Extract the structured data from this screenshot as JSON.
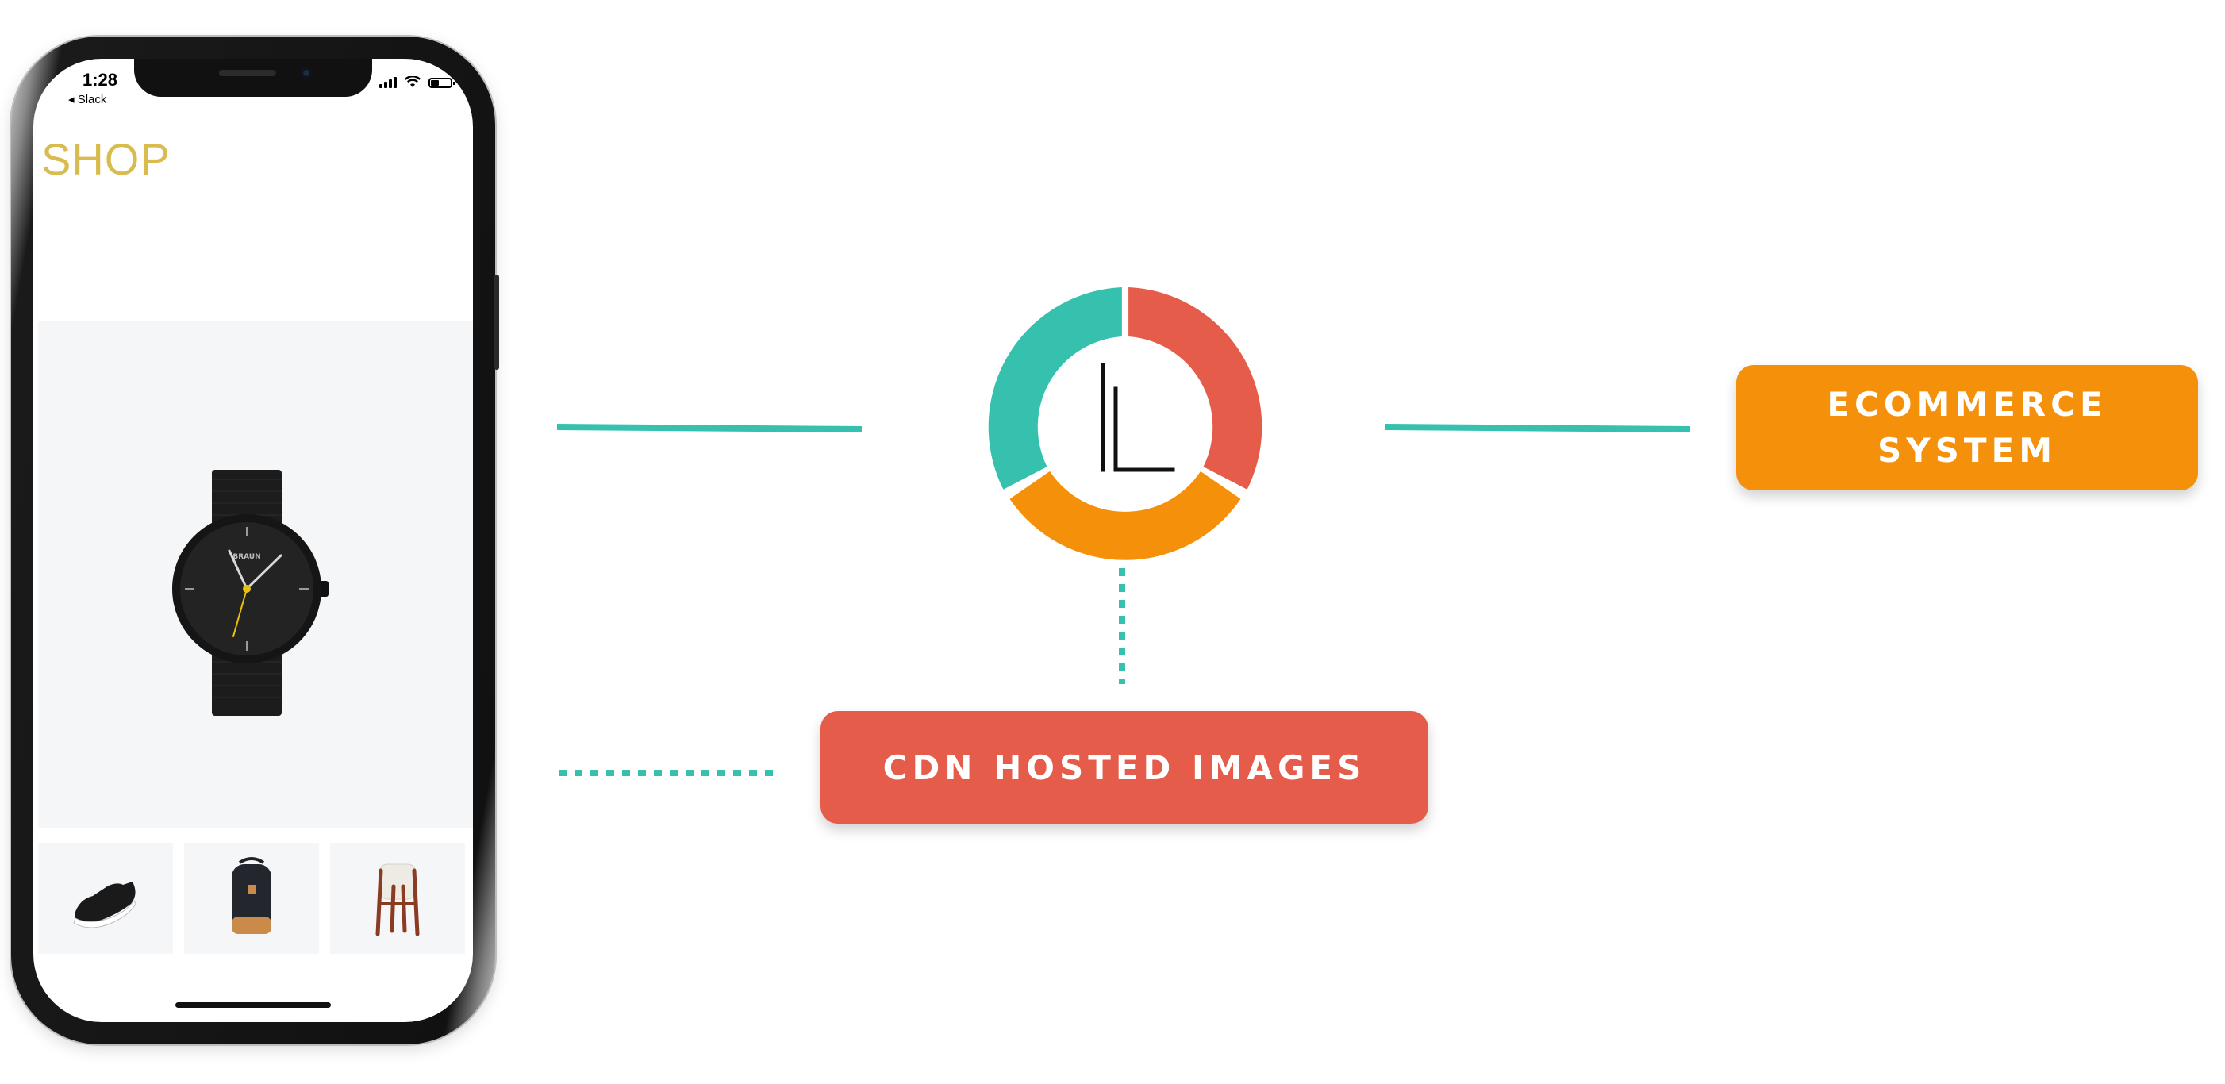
{
  "phone": {
    "status_time": "1:28",
    "back_label": "◂ Slack",
    "shop_title": "SHOP",
    "watch_brand": "BRAUN"
  },
  "ecommerce_box": {
    "line1": "ECOMMERCE",
    "line2": "SYSTEM"
  },
  "cdn_box": {
    "label": "CDN HOSTED IMAGES"
  },
  "colors": {
    "teal": "#36c1ae",
    "coral": "#e55c4b",
    "orange": "#f5900a",
    "shop_gold": "#d9bc4f"
  }
}
